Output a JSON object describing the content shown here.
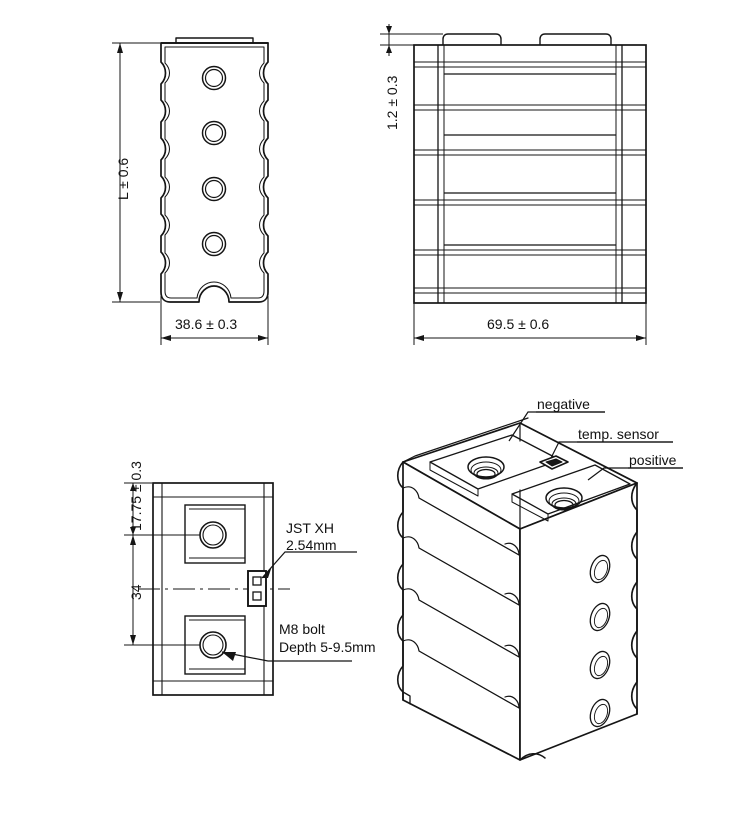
{
  "drawing": {
    "title": "Battery module mechanical drawing",
    "line_color": "#151515",
    "fill_color": "#ffffff",
    "background": "#ffffff"
  },
  "views": {
    "front": {
      "name": "front-view",
      "dimensions": {
        "height_label": "L ± 0.6",
        "width_label": "38.6 ± 0.3"
      },
      "hole_count": 4
    },
    "side": {
      "name": "side-view",
      "dimensions": {
        "lip_label": "1.2 ± 0.3",
        "width_label": "69.5 ± 0.6"
      },
      "cell_rows": 4
    },
    "top": {
      "name": "top-view",
      "dimensions": {
        "terminal_offset_label": "17.75 ± 0.3",
        "terminal_spacing_label": "34"
      },
      "callouts": {
        "connector_line1": "JST XH",
        "connector_line2": "2.54mm",
        "bolt_line1": "M8 bolt",
        "bolt_line2": "Depth 5-9.5mm"
      },
      "terminal_count": 2
    },
    "iso": {
      "name": "isometric-view",
      "callouts": {
        "negative": "negative",
        "temp_sensor": "temp. sensor",
        "positive": "positive"
      },
      "side_hole_count": 4
    }
  }
}
